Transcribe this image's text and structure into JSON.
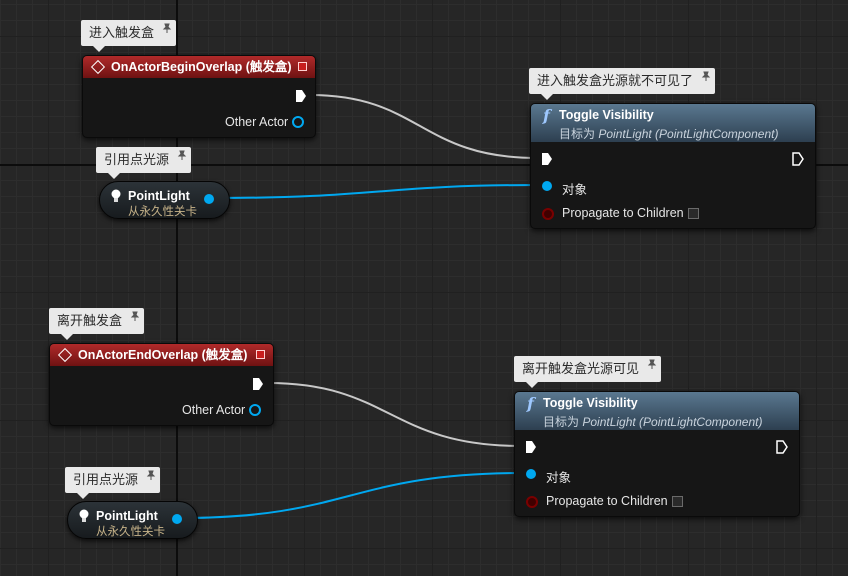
{
  "comments": {
    "enter_trigger": "进入触发盒",
    "ref_light_1": "引用点光源",
    "enter_msg": "进入触发盒光源就不可见了",
    "leave_trigger": "离开触发盒",
    "leave_msg": "离开触发盒光源可见",
    "ref_light_2": "引用点光源"
  },
  "events": {
    "begin": {
      "title": "OnActorBeginOverlap (触发盒)",
      "output_pin": "Other Actor"
    },
    "end": {
      "title": "OnActorEndOverlap (触发盒)",
      "output_pin": "Other Actor"
    }
  },
  "functions": {
    "toggle1": {
      "title": "Toggle Visibility",
      "target_prefix": "目标为 ",
      "target_class": "PointLight (PointLightComponent)",
      "target_pin": "对象",
      "bool_pin": "Propagate to Children"
    },
    "toggle2": {
      "title": "Toggle Visibility",
      "target_prefix": "目标为 ",
      "target_class": "PointLight (PointLightComponent)",
      "target_pin": "对象",
      "bool_pin": "Propagate to Children"
    }
  },
  "variables": {
    "light1": {
      "name": "PointLight",
      "level": "从永久性关卡"
    },
    "light2": {
      "name": "PointLight",
      "level": "从永久性关卡"
    }
  },
  "colors": {
    "event_header": "#b02a2a",
    "function_header": "#5a7890",
    "exec_wire": "#c8c8c8",
    "object_wire": "#00a8f0",
    "boolean_pin": "#7a0000",
    "comment_bubble": "#e9e9e9",
    "grid_background": "#262626"
  }
}
